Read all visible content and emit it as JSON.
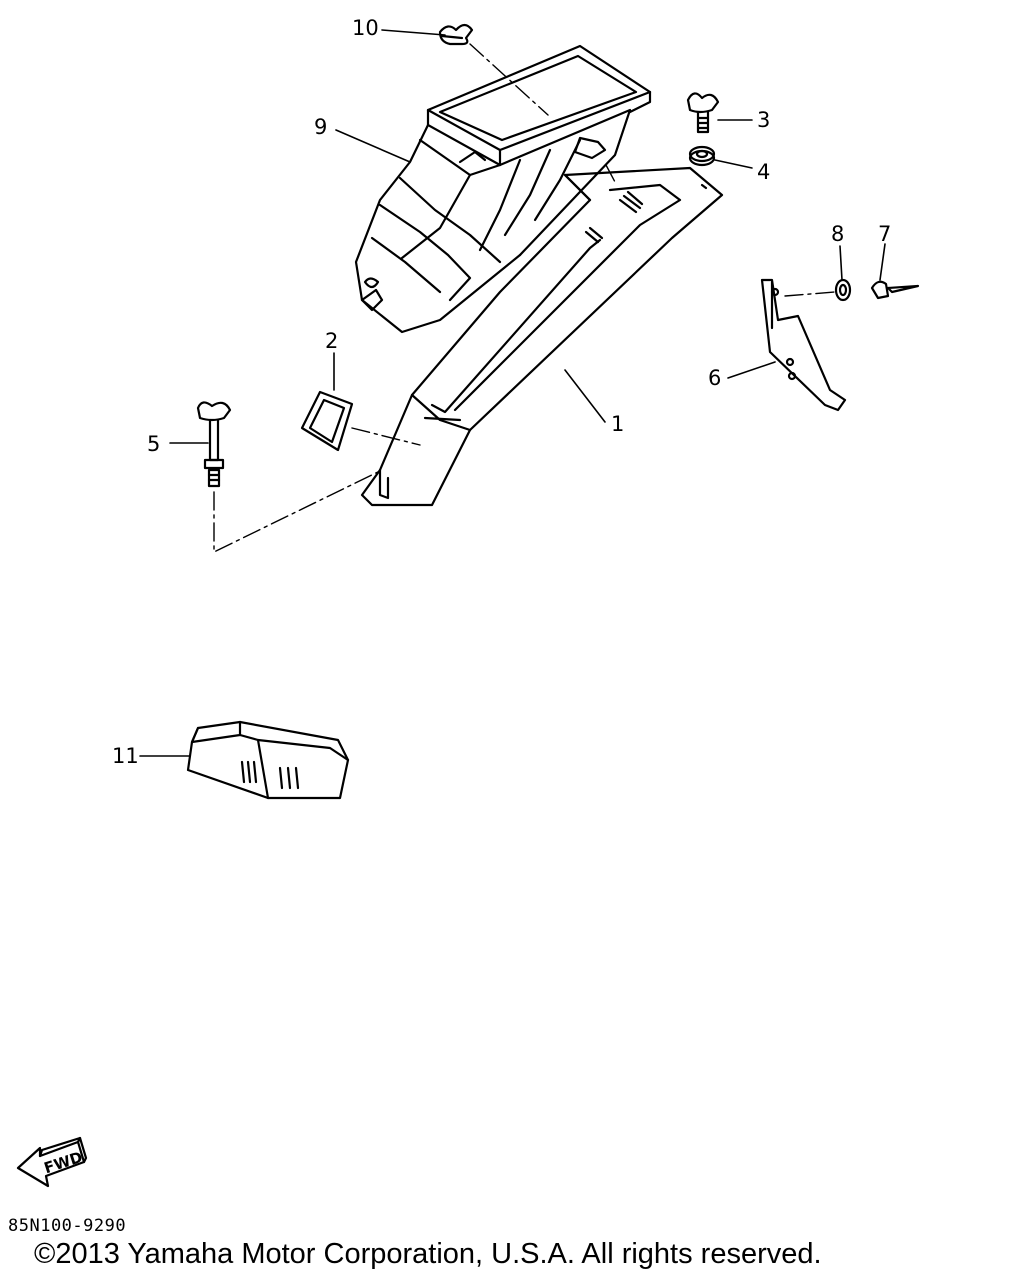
{
  "diagram": {
    "callouts": [
      {
        "id": "10",
        "label": "10"
      },
      {
        "id": "9",
        "label": "9"
      },
      {
        "id": "3",
        "label": "3"
      },
      {
        "id": "4",
        "label": "4"
      },
      {
        "id": "8",
        "label": "8"
      },
      {
        "id": "7",
        "label": "7"
      },
      {
        "id": "2",
        "label": "2"
      },
      {
        "id": "6",
        "label": "6"
      },
      {
        "id": "5",
        "label": "5"
      },
      {
        "id": "1",
        "label": "1"
      },
      {
        "id": "11",
        "label": "11"
      }
    ],
    "fwd_label": "FWD",
    "part_code": "85N100-9290",
    "copyright": "©2013 Yamaha Motor Corporation, U.S.A. All rights reserved."
  }
}
